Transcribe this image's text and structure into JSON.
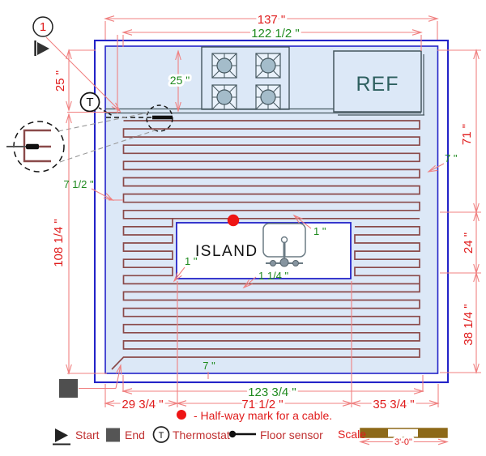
{
  "dims": {
    "top_overall": "137 \"",
    "cable_width": "122 1/2 \"",
    "counter_left": "25 \"",
    "counter_depth": "25 \"",
    "floor_left": "108 1/4 \"",
    "cable_gap_left": "7 1/2 \"",
    "right_upper": "71 \"",
    "right_mid": "24 \"",
    "right_lower": "38 1/4 \"",
    "cable_gap_right": "7 \"",
    "cable_width_bottom": "123 3/4 \"",
    "bottom_left": "29 3/4 \"",
    "bottom_mid": "71 1/2 \"",
    "bottom_right": "35 3/4 \"",
    "cable_gap_bottom": "7 \"",
    "island_gap_top": "1 \"",
    "island_gap_left": "1 \"",
    "island_gap_bottom": "1 1/4 \""
  },
  "labels": {
    "ref": "REF",
    "island": "ISLAND",
    "start_marker_number": "1",
    "thermostat_symbol": "T"
  },
  "legend": {
    "start": "Start",
    "end": "End",
    "thermostat_symbol": "T",
    "thermostat": "Thermostat",
    "floor_sensor": "Floor sensor"
  },
  "note": {
    "halfway_text": "- Half-way mark for a cable."
  },
  "scale": {
    "label": "Scale",
    "length": "3'-0\""
  },
  "colors": {
    "dim_red": "#e01b1b",
    "dim_green": "#1e8a1e",
    "dim_pink": "#f08080",
    "cable": "#8a4a4a",
    "wall_blue": "#2323c8",
    "floor_fill": "#dce8f7",
    "fixture": "#44565e",
    "ref_text": "#2d5f5f",
    "legend_text": "#c03030",
    "scale_bar": "#8d6918",
    "marker_red": "#ee1515"
  }
}
